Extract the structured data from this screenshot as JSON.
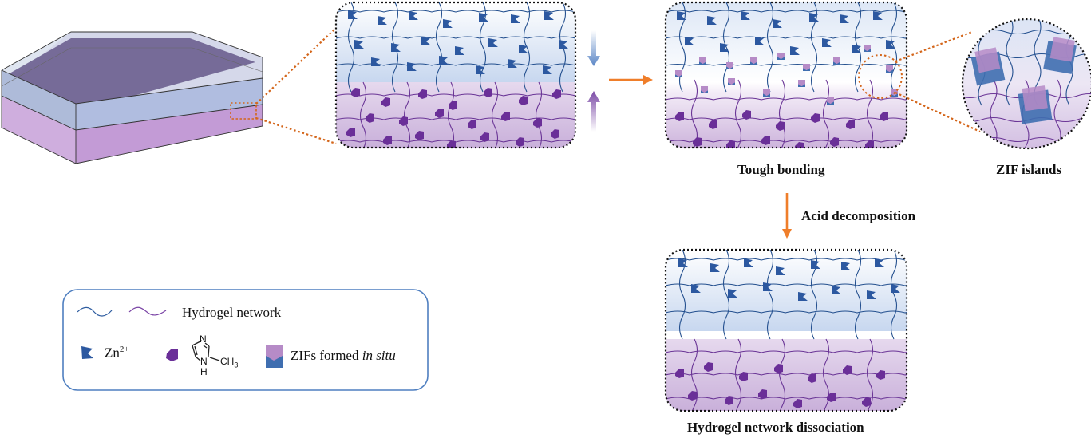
{
  "labels": {
    "tough_bonding": "Tough bonding",
    "zif_islands": "ZIF islands",
    "acid_decomposition": "Acid decomposition",
    "hydrogel_network_dissociation": "Hydrogel network dissociation"
  },
  "legend": {
    "hydrogel_network": "Hydrogel network",
    "zn_base": "Zn",
    "zn_charge": "2+",
    "imidazole_n": "N",
    "imidazole_nh": "N",
    "imidazole_h": "H",
    "imidazole_ch3": "CH",
    "imidazole_ch3_sub": "3",
    "zifs_formed": "ZIFs formed ",
    "zifs_in_situ": "in situ"
  },
  "colors": {
    "blue_gel_top": "#ffffff",
    "blue_gel_bottom": "#c5d6ef",
    "purple_gel": "#d4c0e0",
    "blue_network": "#24508f",
    "purple_network": "#6a3596",
    "zn_marker": "#2c58a0",
    "imidazole_marker": "#6a2f98",
    "arrow_orange": "#ef7e2a",
    "zif_pink": "#b68bc7",
    "zif_blue": "#3f6eb0"
  }
}
